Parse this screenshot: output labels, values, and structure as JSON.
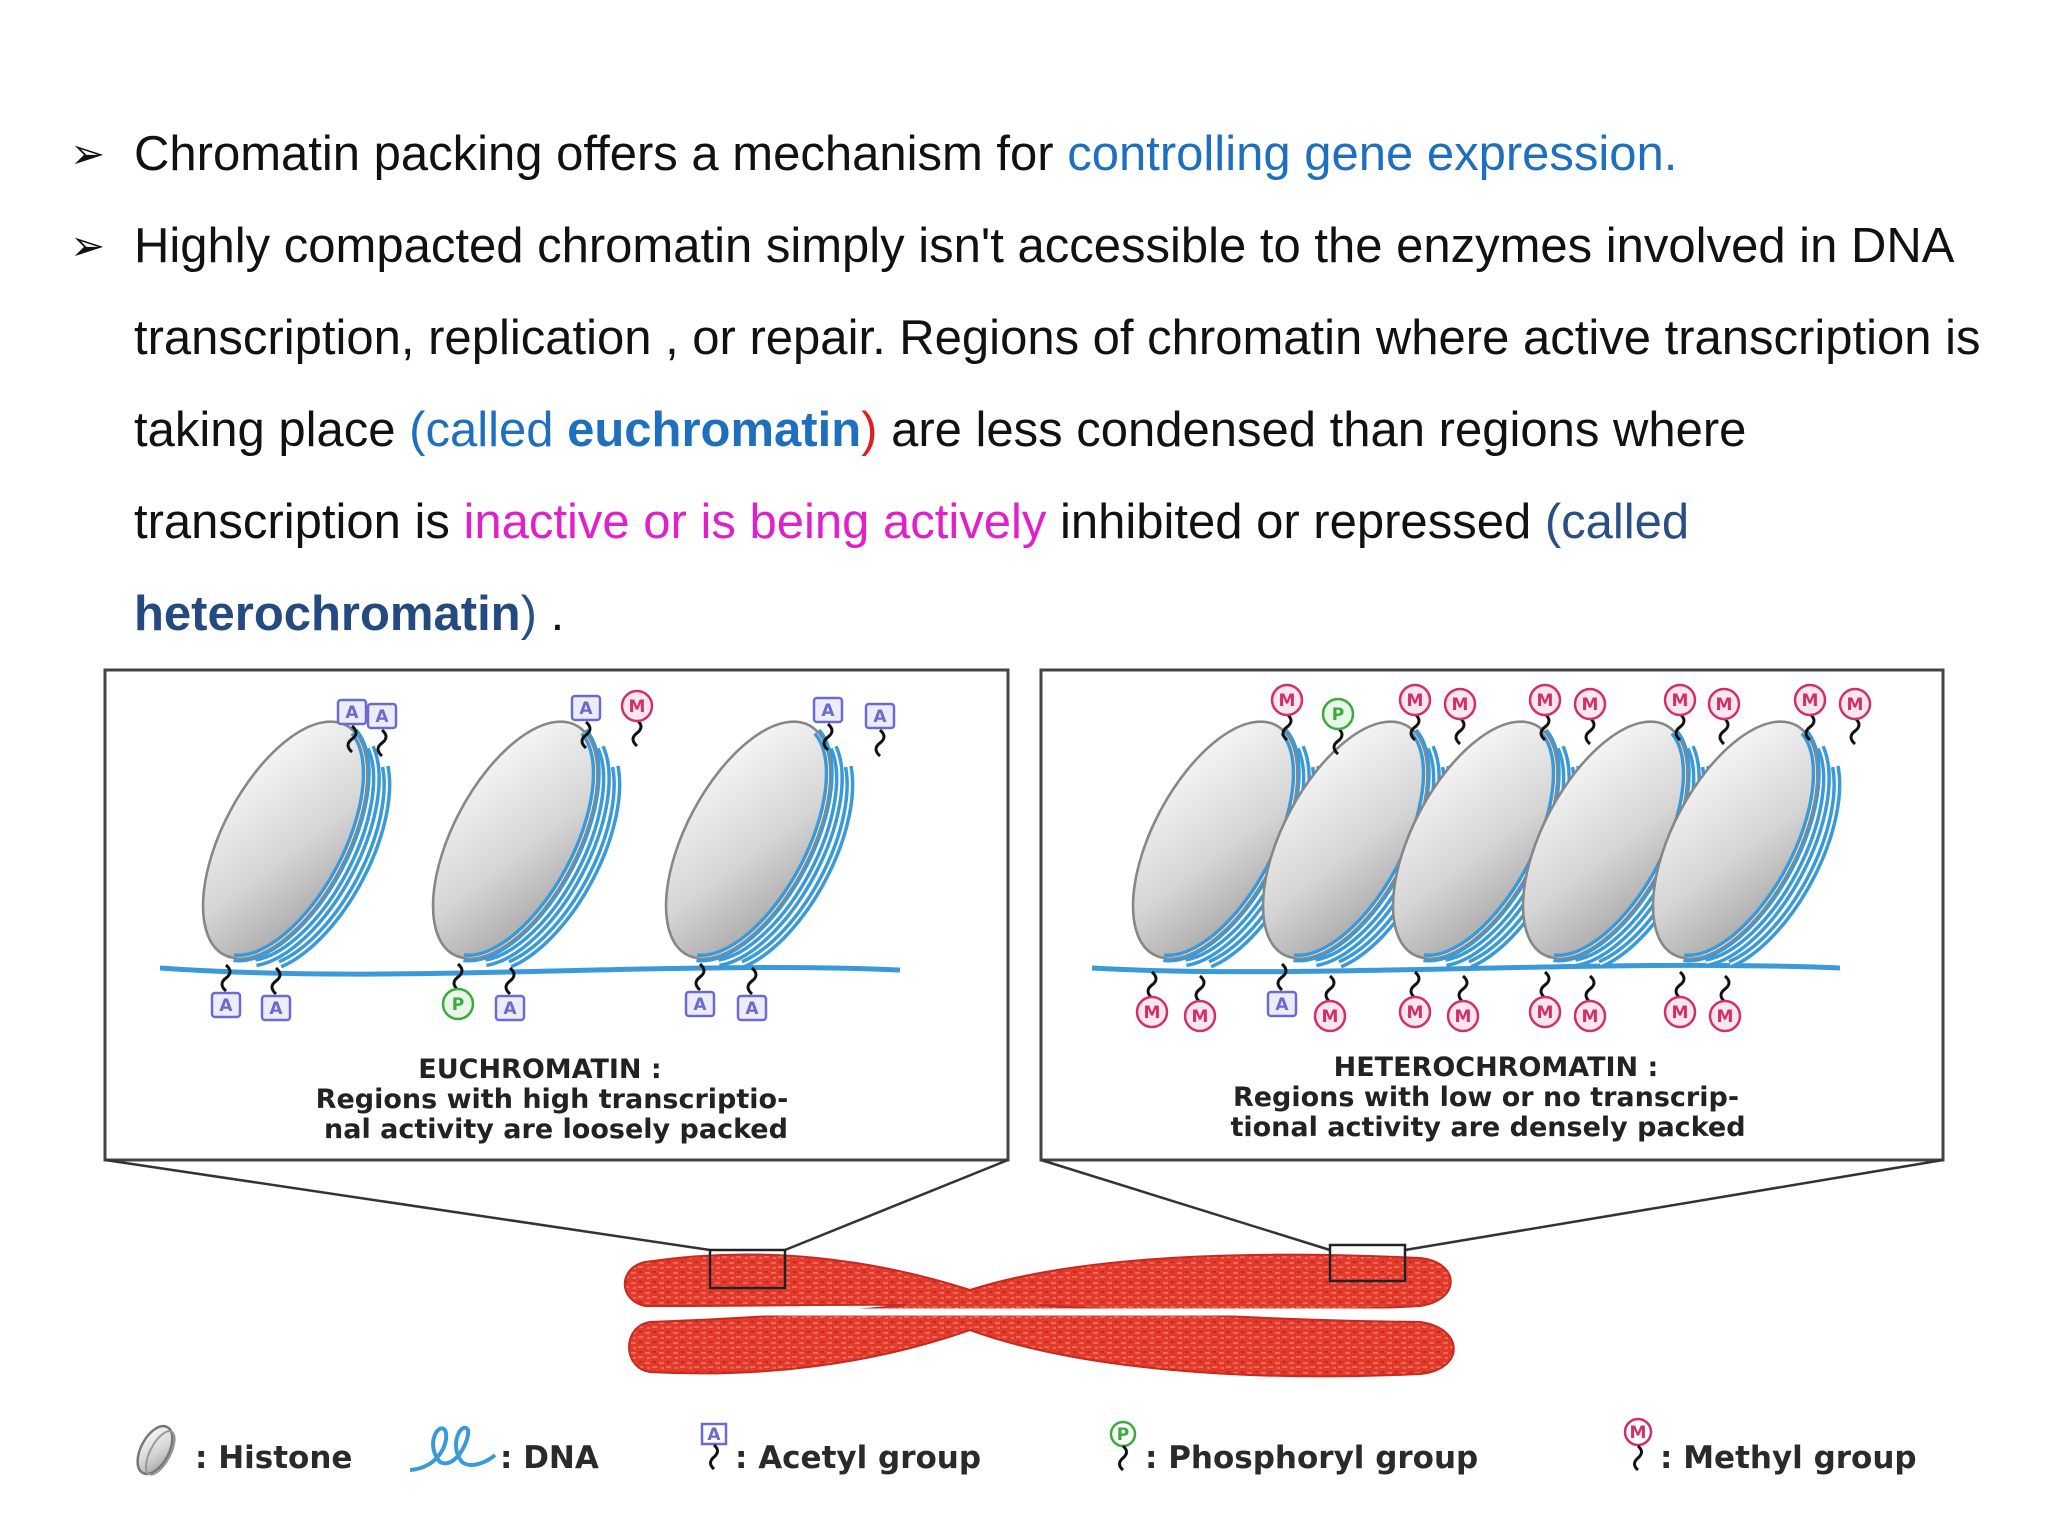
{
  "bullets": {
    "marker": "➢",
    "b1": {
      "text": "Chromatin packing offers a mechanism for ",
      "highlight": "controlling gene expression."
    },
    "b2": {
      "t1": "Highly compacted chromatin simply isn't accessible to the enzymes involved in DNA transcription, replication , or repair. Regions of chromatin where active transcription is taking place ",
      "paren_open": "(",
      "called1": "called ",
      "euchromatin": "euchromatin",
      "paren_close": ")",
      "t2": " are less condensed than regions where transcription is ",
      "inactive": "inactive or is being actively",
      "t3": " inhibited or repressed ",
      "paren_open2": "(",
      "called2": "called ",
      "heterochromatin": "heterochromatin",
      "paren_close2": ")",
      "t4": " ."
    }
  },
  "diagram": {
    "euchromatin_title": "EUCHROMATIN :",
    "euchromatin_desc1": "Regions with high transcriptio-",
    "euchromatin_desc2": "nal activity are loosely packed",
    "heterochromatin_title": "HETEROCHROMATIN :",
    "heterochromatin_desc1": "Regions with low or no transcrip-",
    "heterochromatin_desc2": "tional activity are densely packed",
    "tags": {
      "acetyl": "A",
      "methyl": "M",
      "phosphoryl": "P"
    },
    "colors": {
      "dna": "#3a9ad9",
      "chromosome": "#e23b2e",
      "acetyl": "#6a6ad0",
      "methyl": "#d0306a",
      "phosphoryl": "#3aaa3a"
    }
  },
  "legend": {
    "histone": ": Histone",
    "dna": ": DNA",
    "acetyl": ": Acetyl group",
    "phosphoryl": ": Phosphoryl group",
    "methyl": ": Methyl group"
  }
}
